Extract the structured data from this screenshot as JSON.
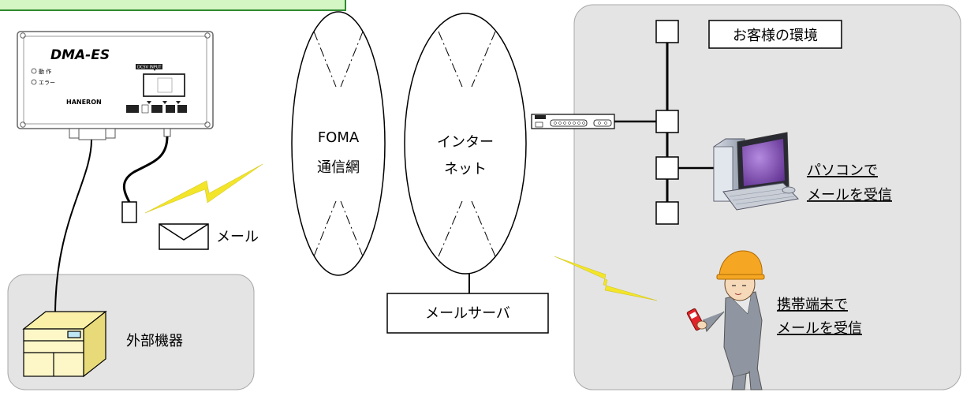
{
  "device": {
    "model": "DMA-ES",
    "led_operation": "動 作",
    "led_error": "エラー",
    "brand": "HANERON",
    "power_label": "DC5V INPUT"
  },
  "external_equipment": {
    "label": "外部機器"
  },
  "mail_icon": {
    "label": "メール"
  },
  "foma": {
    "line1": "FOMA",
    "line2": "通信網"
  },
  "internet": {
    "line1": "インター",
    "line2": "ネット"
  },
  "mail_server": {
    "label": "メールサーバ"
  },
  "customer_env": {
    "label": "お客様の環境"
  },
  "pc_caption": {
    "line1": "パソコンで",
    "line2": "メールを受信"
  },
  "mobile_caption": {
    "line1": "携帯端末で",
    "line2": "メールを受信"
  },
  "colors": {
    "title_box_fill": "#d4f5c4",
    "title_box_border": "#2e8b2e",
    "region_fill": "#e4e4e4",
    "equipment_fill": "#fdf7c8",
    "lightning": "#f2e52a",
    "helmet": "#f5a623"
  }
}
